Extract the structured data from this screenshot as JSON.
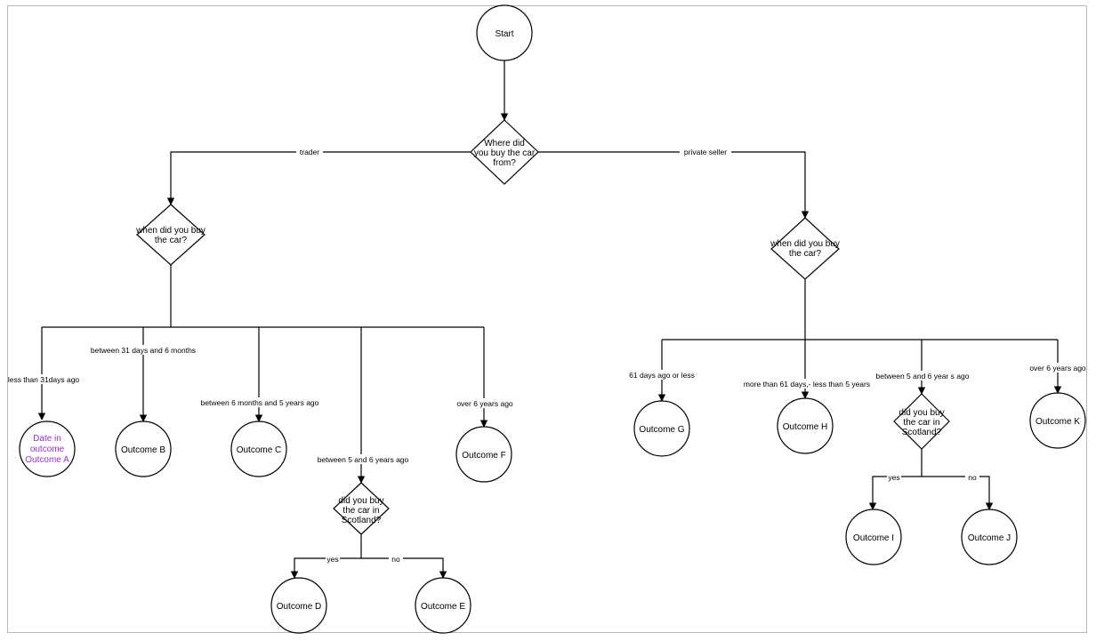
{
  "nodes": {
    "start": "Start",
    "q_where": [
      "Where did",
      "you buy the car",
      "from?"
    ],
    "q_when_trader": [
      "when did you buy",
      "the car?"
    ],
    "q_when_private": [
      "when did you buy",
      "the car?"
    ],
    "q_scot_trader": [
      "did you buy",
      "the car in",
      "Scotland?"
    ],
    "q_scot_private": [
      "did you buy",
      "the car in",
      "Scotland?"
    ],
    "outcome_a": [
      "Date in",
      "outcome",
      "Outcome A"
    ],
    "outcome_b": "Outcome B",
    "outcome_c": "Outcome C",
    "outcome_d": "Outcome D",
    "outcome_e": "Outcome E",
    "outcome_f": "Outcome F",
    "outcome_g": "Outcome G",
    "outcome_h": "Outcome H",
    "outcome_i": "Outcome I",
    "outcome_j": "Outcome J",
    "outcome_k": "Outcome K"
  },
  "edges": {
    "trader": "trader",
    "private_seller": "private seller",
    "less_than_31": "less than 31days ago",
    "between_31_6m": "between 31 days and 6 months",
    "between_6m_5y": "between 6 months and 5 years ago",
    "between_5_6_trader": "between 5 and 6 years ago",
    "over_6_trader": "over 6 years ago",
    "yes_trader": "yes",
    "no_trader": "no",
    "days_61_less": "61 days ago or less",
    "more_than_61": "more than 61  days,- less than 5 years",
    "between_5_6_private": "between 5 and 6 year s ago",
    "over_6_private": "over 6 years ago",
    "yes_private": "yes",
    "no_private": "no"
  },
  "colors": {
    "highlight_text": "#9b30e0",
    "line": "#000000",
    "frame": "#b8b8b8"
  }
}
